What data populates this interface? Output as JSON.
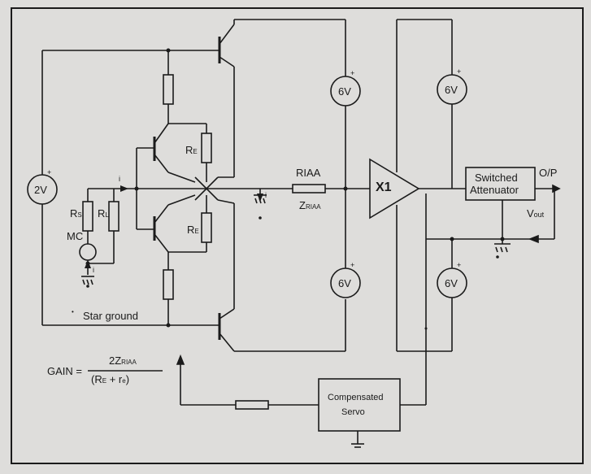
{
  "sources": {
    "input_source": "2V",
    "top_right_1": "6V",
    "top_right_2": "6V",
    "bottom_right_1": "6V",
    "bottom_right_2": "6V",
    "plus": "+"
  },
  "components": {
    "rs": "R",
    "rs_sub": "S",
    "rl": "R",
    "rl_sub": "L",
    "mc": "MC",
    "re_top": "R",
    "re_top_sub": "E",
    "re_bottom": "R",
    "re_bottom_sub": "E",
    "riaa": "RIAA",
    "zriaa": "Z",
    "zriaa_sub": "RIAA",
    "buffer": "X1",
    "attenuator_line1": "Switched",
    "attenuator_line2": "Attenuator",
    "output": "O/P",
    "vout": "V",
    "vout_sub": "out",
    "servo_line1": "Compensated",
    "servo_line2": "Servo",
    "current_i": "i"
  },
  "notes": {
    "star_ground": "Star ground",
    "star_mark": "•"
  },
  "gain": {
    "label": "GAIN =",
    "numerator": "2Z",
    "numerator_sub": "RIAA",
    "denominator_open": "(R",
    "denominator_re_sub": "E",
    "denominator_plus": "+ r",
    "denominator_e_sub": "e",
    "denominator_close": ")"
  }
}
